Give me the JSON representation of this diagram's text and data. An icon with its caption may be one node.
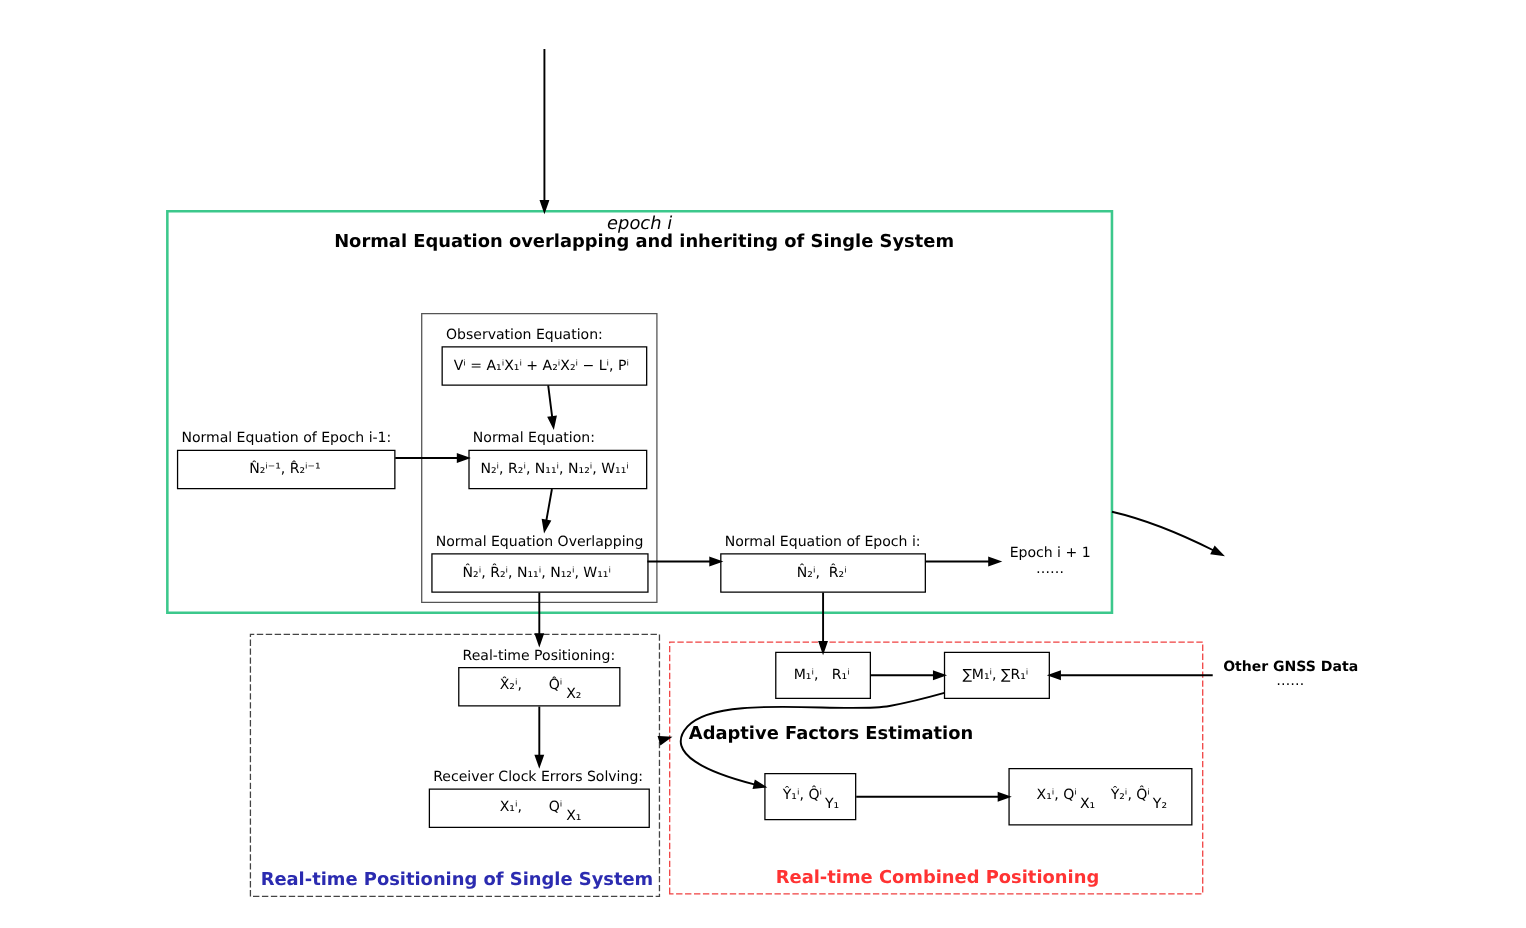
{
  "diagram": {
    "nodes": [
      {
        "text": [
          "epoch i",
          "Normal Equation overlapping and inheriting of Single System"
        ]
      },
      {
        "text": [],
        "shape": "box",
        "in": 0
      },
      {
        "text": [
          "Observation Equation:",
          "Vⁱ = A₁ⁱX₁ⁱ + A₂ⁱX₂ⁱ − Lⁱ, Pⁱ"
        ],
        "in": 1
      },
      {
        "text": [
          "Normal Equation:",
          "N₂ⁱ, R₂ⁱ, N₁₁ⁱ, N₁₂ⁱ, W₁₁ⁱ"
        ],
        "in": 1
      },
      {
        "text": [
          "Normal Equation Overlapping",
          "N̂₂ⁱ, R̂₂ⁱ, N₁₁ⁱ, N₁₂ⁱ, W₁₁ⁱ"
        ],
        "in": 1
      },
      {
        "text": [
          "Normal Equation of Epoch i-1:",
          "N̂₂ⁱ⁻¹, R̂₂ⁱ⁻¹"
        ],
        "in": 0
      },
      {
        "text": [
          "Normal Equation of Epoch i:",
          "N̂₂ⁱ,  R̂₂ⁱ"
        ],
        "in": 0
      },
      {
        "text": [
          "Epoch i + 1",
          "……"
        ],
        "in": 0
      },
      {
        "text": [
          "Real-time Positioning of Single System"
        ]
      },
      {
        "text": [
          "Real-time Positioning:",
          "X̂₂ⁱ,      Q̂ⁱ$_{X₂}$"
        ],
        "in": 8
      },
      {
        "text": [
          "Receiver Clock Errors Solving:",
          "X₁ⁱ,      Qⁱ$_{X₁}$"
        ],
        "in": 8
      },
      {
        "text": [
          "Real-time Combined Positioning"
        ]
      },
      {
        "text": [
          "M₁ⁱ,   R₁ⁱ"
        ],
        "in": 11
      },
      {
        "text": [
          "∑M₁ⁱ, ∑R₁ⁱ"
        ],
        "in": 11
      },
      {
        "text": [
          "Ŷ₁ⁱ, Q̂ⁱ$_{Y₁}$"
        ],
        "in": 11
      },
      {
        "text": [
          "X₁ⁱ, Qⁱ$_{X₁}$",
          "Ŷ₂ⁱ, Q̂ⁱ$_{Y₂}$"
        ],
        "in": 11
      },
      {
        "text": [
          "Other GNSS Data",
          "……"
        ]
      }
    ],
    "edges": [
      {
        "from": null,
        "to": 0,
        "arrow": "to"
      },
      {
        "from": 0,
        "to": null,
        "arrow": "to"
      },
      {
        "from": 5,
        "to": 3,
        "arrow": "to"
      },
      {
        "from": 2,
        "to": 3,
        "arrow": "to"
      },
      {
        "from": 3,
        "to": 4,
        "arrow": "to"
      },
      {
        "from": 4,
        "to": 6,
        "arrow": "to"
      },
      {
        "from": 6,
        "to": 7,
        "arrow": "to"
      },
      {
        "from": 4,
        "to": 9,
        "arrow": "to"
      },
      {
        "from": 9,
        "to": 10,
        "arrow": "to"
      },
      {
        "from": 6,
        "to": 12,
        "arrow": "to"
      },
      {
        "from": 12,
        "to": 13,
        "arrow": "to"
      },
      {
        "from": 16,
        "to": 13,
        "arrow": "to"
      },
      {
        "from": 13,
        "to": 14,
        "arrow": "to"
      },
      {
        "from": 14,
        "to": 15,
        "arrow": "to"
      },
      {
        "from": 8,
        "to": 11,
        "arrow": "to",
        "label": "Adaptive Factors Estimation"
      }
    ]
  }
}
